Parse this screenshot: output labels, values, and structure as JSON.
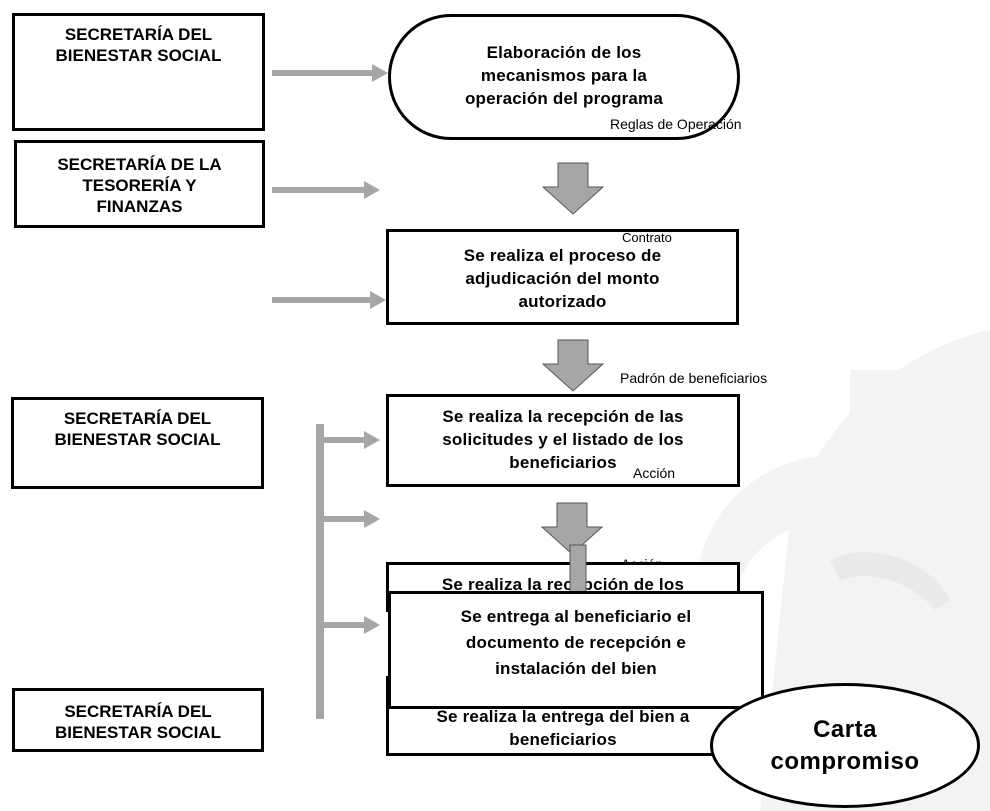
{
  "left_boxes": {
    "box1": [
      "SECRETARÍA DEL",
      "BIENESTAR SOCIAL"
    ],
    "box2": [
      "SECRETARÍA DE LA",
      "TESORERÍA Y",
      "FINANZAS"
    ],
    "box3": [
      "SECRETARÍA DEL",
      "BIENESTAR SOCIAL"
    ],
    "box4": [
      "SECRETARÍA DEL",
      "BIENESTAR SOCIAL"
    ]
  },
  "steps": {
    "elaboracion": [
      "Elaboración de los",
      "mecanismos para la",
      "operación del programa"
    ],
    "adjudicacion": [
      "Se realiza el proceso de",
      "adjudicación del monto",
      "autorizado"
    ],
    "recepcion_solicitudes": [
      "Se realiza la recepción de las",
      "solicitudes y el listado de los",
      "beneficiarios"
    ],
    "recepcion_bien": "Se realiza la recepción de los",
    "entrega_documento": [
      "Se entrega al beneficiario el",
      "documento de recepción e",
      "instalación del bien"
    ],
    "entrega_bien": [
      "Se realiza la entrega del bien a",
      "beneficiarios"
    ]
  },
  "outputs": {
    "reglas": "Reglas de Operación",
    "contrato": "Contrato",
    "padron": "Padrón de beneficiarios",
    "accion_1": "Acción",
    "accion_2": "Acción"
  },
  "carta": [
    "Carta",
    "compromiso"
  ],
  "colors": {
    "border": "#000000",
    "arrow_fill": "#a6a6a6",
    "connector": "#a6a6a6",
    "watermark": "#f4f4f4"
  }
}
